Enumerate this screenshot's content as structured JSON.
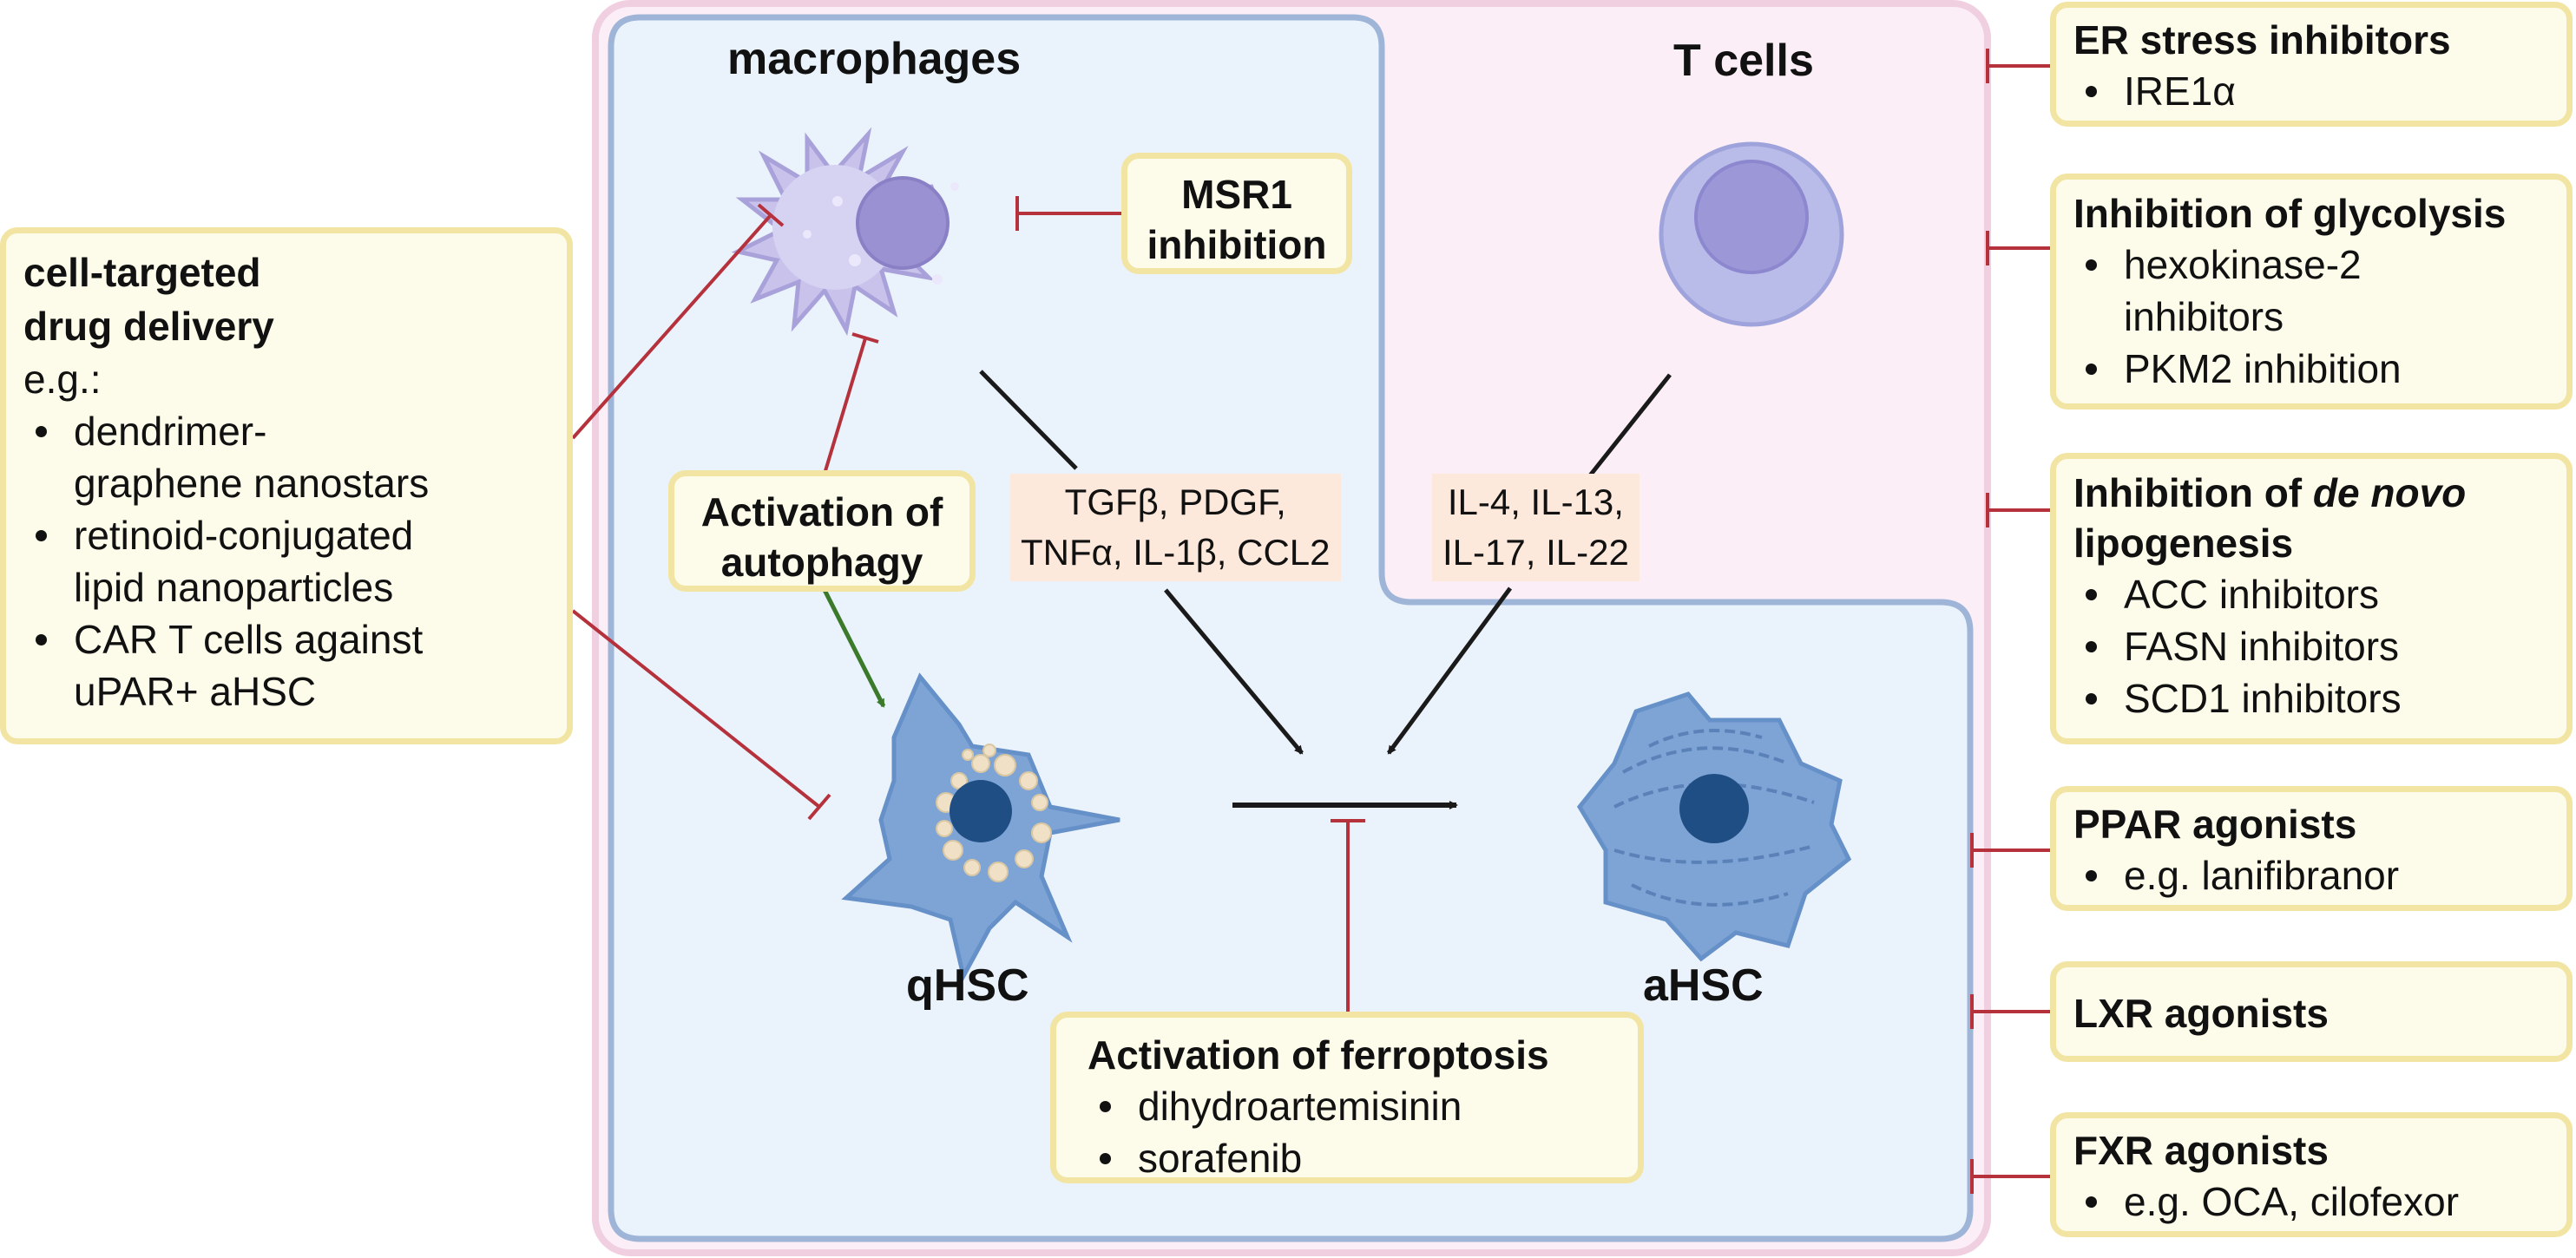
{
  "panels": {
    "macrophages_title": "macrophages",
    "tcells_title": "T cells"
  },
  "cells": {
    "qhsc_label": "qHSC",
    "ahsc_label": "aHSC"
  },
  "cytokines": {
    "macrophage_line1": "TGFβ, PDGF,",
    "macrophage_line2": "TNFα, IL-1β, CCL2",
    "tcell_line1": "IL-4, IL-13,",
    "tcell_line2": "IL-17, IL-22"
  },
  "interventions": {
    "msr1": {
      "line1": "MSR1",
      "line2": "inhibition"
    },
    "autophagy": {
      "line1": "Activation of",
      "line2": "autophagy"
    },
    "ferroptosis": {
      "title": "Activation of ferroptosis",
      "items": [
        "dihydroartemisinin",
        "sorafenib"
      ]
    },
    "drug_delivery": {
      "title_line1": "cell-targeted",
      "title_line2": "drug delivery",
      "eg": "e.g.:",
      "items": [
        {
          "line1": "dendrimer-",
          "line2": "graphene nanostars"
        },
        {
          "line1": "retinoid-conjugated",
          "line2": "lipid nanoparticles"
        },
        {
          "line1": "CAR T cells against",
          "line2": "uPAR+ aHSC"
        }
      ]
    },
    "er_stress": {
      "title": "ER stress inhibitors",
      "items": [
        "IRE1α"
      ]
    },
    "glycolysis": {
      "title": "Inhibition of glycolysis",
      "item1_line1": "hexokinase-2",
      "item1_line2": "inhibitors",
      "item2": "PKM2 inhibition"
    },
    "lipogenesis": {
      "title_prefix": "Inhibition of ",
      "title_italic": "de novo",
      "title_line2": "lipogenesis",
      "items": [
        "ACC inhibitors",
        "FASN inhibitors",
        "SCD1 inhibitors"
      ]
    },
    "ppar": {
      "title": "PPAR agonists",
      "items": [
        "e.g. lanifibranor"
      ]
    },
    "lxr": {
      "title": "LXR agonists"
    },
    "fxr": {
      "title": "FXR agonists",
      "items": [
        "e.g. OCA, cilofexor"
      ]
    }
  },
  "colors": {
    "outer_fill": "#fbeef6",
    "outer_border": "#f0cfe0",
    "inner_fill": "#eaf3fc",
    "inner_border": "#9fb5d8",
    "box_fill": "#fdfbe9",
    "box_border": "#f2e5a3",
    "inhibit": "#b5323d",
    "activate": "#3a7a2a",
    "arrow": "#1a1a1a",
    "cytokine_bg": "#fde9dc"
  },
  "icons": {
    "macrophage": "macrophage-cell-icon",
    "tcell": "t-cell-icon",
    "qhsc": "quiescent-hsc-icon",
    "ahsc": "activated-hsc-icon"
  }
}
